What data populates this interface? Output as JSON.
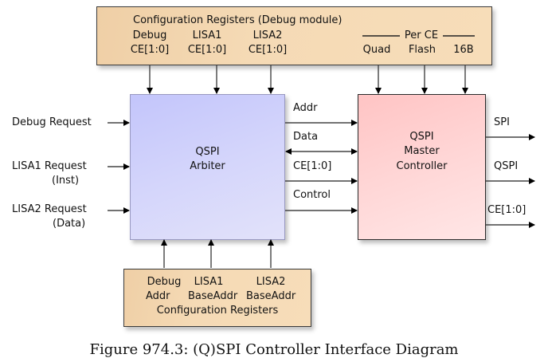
{
  "top_config": {
    "title": "Configuration Registers (Debug module)",
    "cols": [
      {
        "line1": "Debug",
        "line2": "CE[1:0]"
      },
      {
        "line1": "LISA1",
        "line2": "CE[1:0]"
      },
      {
        "line1": "LISA2",
        "line2": "CE[1:0]"
      }
    ],
    "per_ce_label": "Per CE",
    "per_ce_cols": [
      "Quad",
      "Flash",
      "16B"
    ]
  },
  "requests": [
    {
      "line1": "Debug Request",
      "line2": ""
    },
    {
      "line1": "LISA1 Request",
      "line2": "(Inst)"
    },
    {
      "line1": "LISA2 Request",
      "line2": "(Data)"
    }
  ],
  "arbiter": {
    "line1": "QSPI",
    "line2": "Arbiter"
  },
  "buses": [
    "Addr",
    "Data",
    "CE[1:0]",
    "Control"
  ],
  "master": {
    "line1": "QSPI",
    "line2": "Master",
    "line3": "Controller"
  },
  "outputs": [
    "SPI",
    "QSPI",
    "CE[1:0]"
  ],
  "bottom_config": {
    "cols": [
      {
        "line1": "Debug",
        "line2": "Addr"
      },
      {
        "line1": "LISA1",
        "line2": "BaseAddr"
      },
      {
        "line1": "LISA2",
        "line2": "BaseAddr"
      }
    ],
    "title": "Configuration Registers"
  },
  "caption": "Figure 974.3: (Q)SPI Controller Interface Diagram",
  "colors": {
    "config_fill": "#f5dab5",
    "arbiter_fill": "#d4d5fb",
    "master_fill": "#ffd6d6",
    "line": "#222222"
  }
}
